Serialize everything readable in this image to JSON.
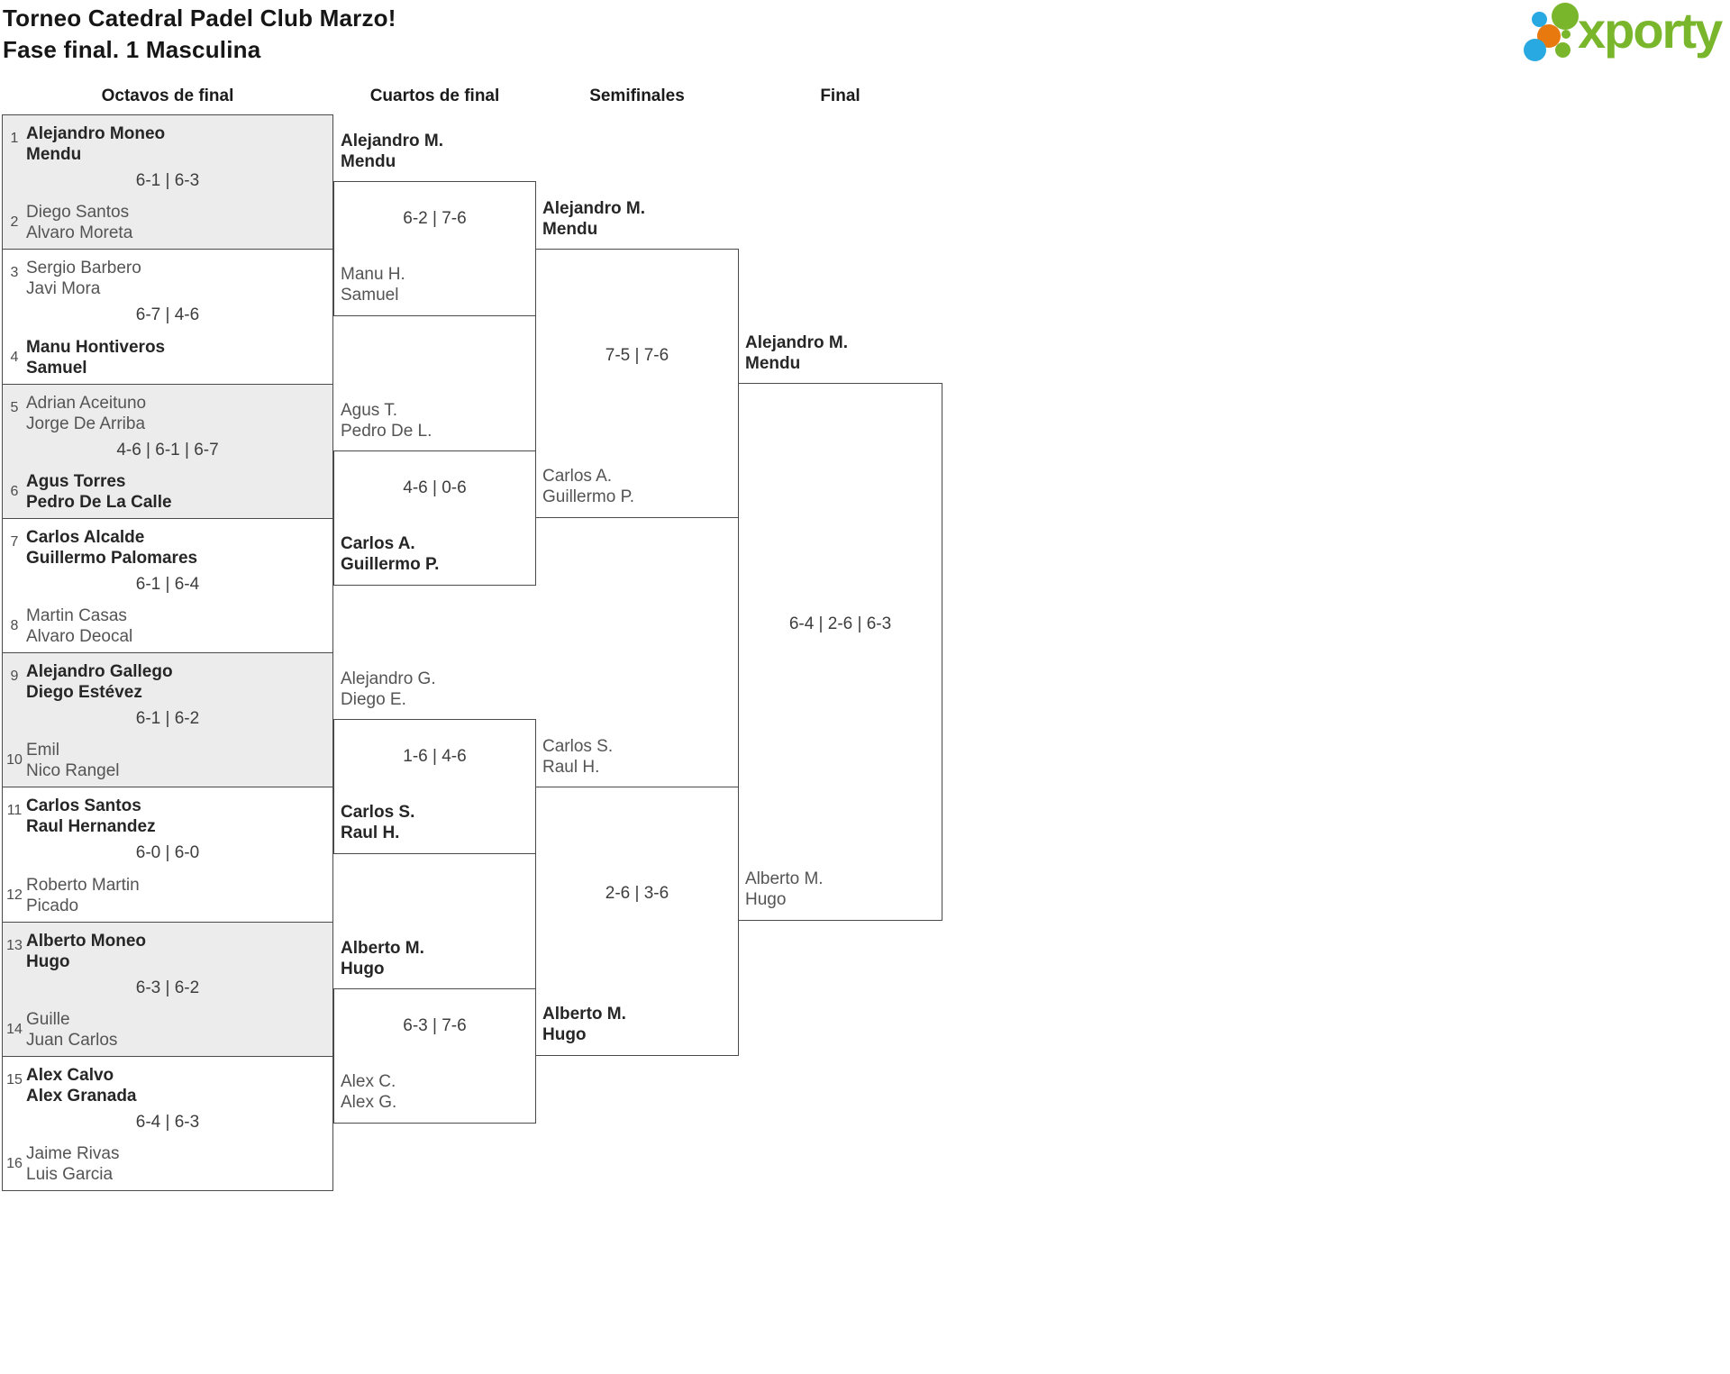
{
  "page": {
    "title_line1": "Torneo Catedral Padel Club Marzo!",
    "title_line2": "Fase final. 1 Masculina"
  },
  "logo": {
    "text": "xporty"
  },
  "colors": {
    "accent_green": "#7ab62c",
    "dot_blue": "#29a9e1",
    "dot_orange": "#e8790f",
    "row_gray": "#ececec",
    "line_gray": "#4a4a4a"
  },
  "headers": [
    "Octavos de final",
    "Cuartos de final",
    "Semifinales",
    "Final"
  ],
  "bracket": {
    "octavos": [
      {
        "seed1": "1",
        "team1": [
          "Alejandro Moneo",
          "Mendu"
        ],
        "team1_winner": true,
        "score": "6-1 | 6-3",
        "seed2": "2",
        "team2": [
          "Diego Santos",
          "Alvaro Moreta"
        ],
        "team2_winner": false
      },
      {
        "seed1": "3",
        "team1": [
          "Sergio Barbero",
          "Javi Mora"
        ],
        "team1_winner": false,
        "score": "6-7 | 4-6",
        "seed2": "4",
        "team2": [
          "Manu Hontiveros",
          "Samuel"
        ],
        "team2_winner": true
      },
      {
        "seed1": "5",
        "team1": [
          "Adrian Aceituno",
          "Jorge De Arriba"
        ],
        "team1_winner": false,
        "score": "4-6 | 6-1 | 6-7",
        "seed2": "6",
        "team2": [
          "Agus Torres",
          "Pedro De La Calle"
        ],
        "team2_winner": true
      },
      {
        "seed1": "7",
        "team1": [
          "Carlos Alcalde",
          "Guillermo Palomares"
        ],
        "team1_winner": true,
        "score": "6-1 | 6-4",
        "seed2": "8",
        "team2": [
          "Martin Casas",
          "Alvaro Deocal"
        ],
        "team2_winner": false
      },
      {
        "seed1": "9",
        "team1": [
          "Alejandro Gallego",
          "Diego Estévez"
        ],
        "team1_winner": true,
        "score": "6-1 | 6-2",
        "seed2": "10",
        "team2": [
          "Emil",
          "Nico Rangel"
        ],
        "team2_winner": false
      },
      {
        "seed1": "11",
        "team1": [
          "Carlos Santos",
          "Raul Hernandez"
        ],
        "team1_winner": true,
        "score": "6-0 | 6-0",
        "seed2": "12",
        "team2": [
          "Roberto Martin",
          "Picado"
        ],
        "team2_winner": false
      },
      {
        "seed1": "13",
        "team1": [
          "Alberto Moneo",
          "Hugo"
        ],
        "team1_winner": true,
        "score": "6-3 | 6-2",
        "seed2": "14",
        "team2": [
          "Guille",
          "Juan Carlos"
        ],
        "team2_winner": false
      },
      {
        "seed1": "15",
        "team1": [
          "Alex Calvo",
          "Alex Granada"
        ],
        "team1_winner": true,
        "score": "6-4 | 6-3",
        "seed2": "16",
        "team2": [
          "Jaime Rivas",
          "Luis Garcia"
        ],
        "team2_winner": false
      }
    ],
    "cuartos": [
      {
        "top": [
          "Alejandro M.",
          "Mendu"
        ],
        "top_winner": true,
        "score": "6-2 | 7-6",
        "bottom": [
          "Manu H.",
          "Samuel"
        ],
        "bottom_winner": false
      },
      {
        "top": [
          "Agus T.",
          "Pedro De L."
        ],
        "top_winner": false,
        "score": "4-6 | 0-6",
        "bottom": [
          "Carlos A.",
          "Guillermo P."
        ],
        "bottom_winner": true
      },
      {
        "top": [
          "Alejandro G.",
          "Diego E."
        ],
        "top_winner": false,
        "score": "1-6 | 4-6",
        "bottom": [
          "Carlos S.",
          "Raul H."
        ],
        "bottom_winner": true
      },
      {
        "top": [
          "Alberto M.",
          "Hugo"
        ],
        "top_winner": true,
        "score": "6-3 | 7-6",
        "bottom": [
          "Alex C.",
          "Alex G."
        ],
        "bottom_winner": false
      }
    ],
    "semifinales": [
      {
        "top": [
          "Alejandro M.",
          "Mendu"
        ],
        "top_winner": true,
        "score": "7-5 | 7-6",
        "bottom": [
          "Carlos A.",
          "Guillermo P."
        ],
        "bottom_winner": false
      },
      {
        "top": [
          "Carlos S.",
          "Raul H."
        ],
        "top_winner": false,
        "score": "2-6 | 3-6",
        "bottom": [
          "Alberto M.",
          "Hugo"
        ],
        "bottom_winner": true
      }
    ],
    "final": {
      "top": [
        "Alejandro M.",
        "Mendu"
      ],
      "top_winner": true,
      "score": "6-4 | 2-6 | 6-3",
      "bottom": [
        "Alberto M.",
        "Hugo"
      ],
      "bottom_winner": false
    }
  }
}
